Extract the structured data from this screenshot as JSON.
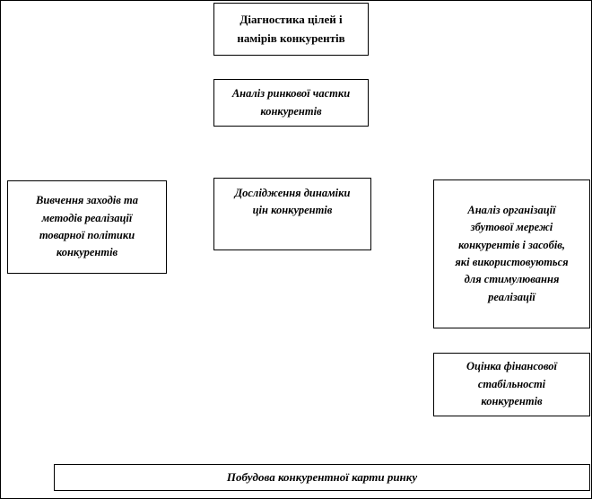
{
  "diagram": {
    "boxes": [
      {
        "id": "goals-diagnostics",
        "label": "Діагностика цілей і\nнамірів конкурентів"
      },
      {
        "id": "market-share-analysis",
        "label": "Аналіз ринкової частки\nконкурентів"
      },
      {
        "id": "product-policy-study",
        "label": "Вивчення заходів та\nметодів реалізації\nтоварної політики\nконкурентів"
      },
      {
        "id": "price-dynamics",
        "label": "Дослідження динаміки\nцін конкурентів"
      },
      {
        "id": "sales-network-analysis",
        "label": "Аналіз організації\nзбутової мережі\nконкурентів і засобів,\nякі використовуються\nдля стимулювання\nреалізації"
      },
      {
        "id": "financial-stability",
        "label": "Оцінка фінансової\nстабільності\nконкурентів"
      },
      {
        "id": "competitive-map",
        "label": "Побудова конкурентної карти ринку"
      }
    ],
    "colors": {
      "background": "#ffffff",
      "border": "#000000",
      "text": "#000000"
    }
  }
}
